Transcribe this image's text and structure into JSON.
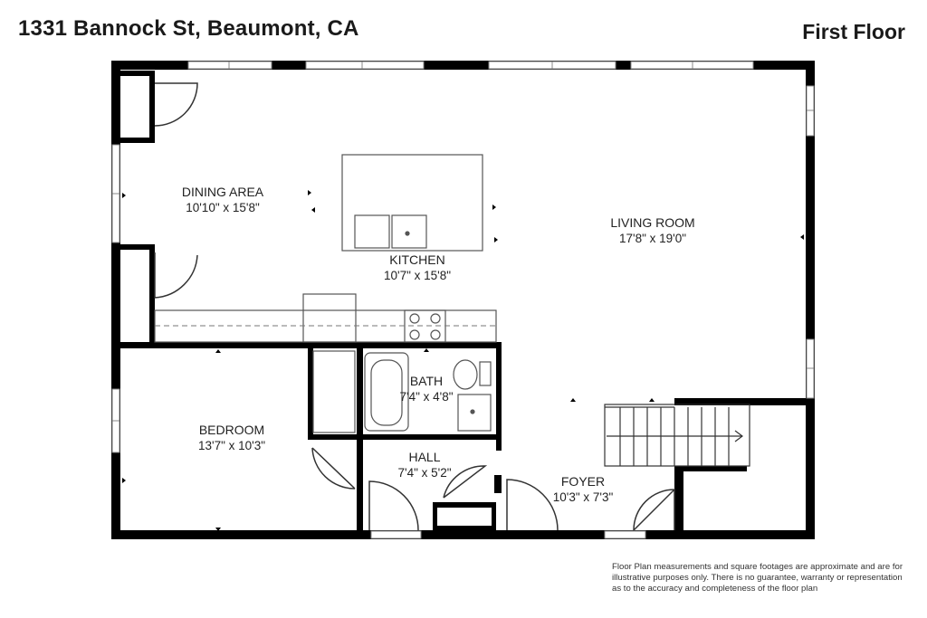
{
  "header": {
    "address": "1331 Bannock St, Beaumont, CA",
    "floor_label": "First Floor"
  },
  "rooms": [
    {
      "name": "DINING AREA",
      "dimensions": "10'10\" x 15'8\""
    },
    {
      "name": "KITCHEN",
      "dimensions": "10'7\" x 15'8\""
    },
    {
      "name": "LIVING ROOM",
      "dimensions": "17'8\" x 19'0\""
    },
    {
      "name": "BATH",
      "dimensions": "7'4\" x 4'8\""
    },
    {
      "name": "BEDROOM",
      "dimensions": "13'7\" x 10'3\""
    },
    {
      "name": "HALL",
      "dimensions": "7'4\" x 5'2\""
    },
    {
      "name": "FOYER",
      "dimensions": "10'3\" x 7'3\""
    }
  ],
  "disclaimer": {
    "line1": "Floor Plan measurements and square footages are approximate and are for",
    "line2": "illustrative purposes only. There is no guarantee, warranty or representation",
    "line3": "as to the accuracy and completeness of the floor plan"
  },
  "colors": {
    "wall": "#000000",
    "fixture": "#555555",
    "background": "#ffffff"
  }
}
